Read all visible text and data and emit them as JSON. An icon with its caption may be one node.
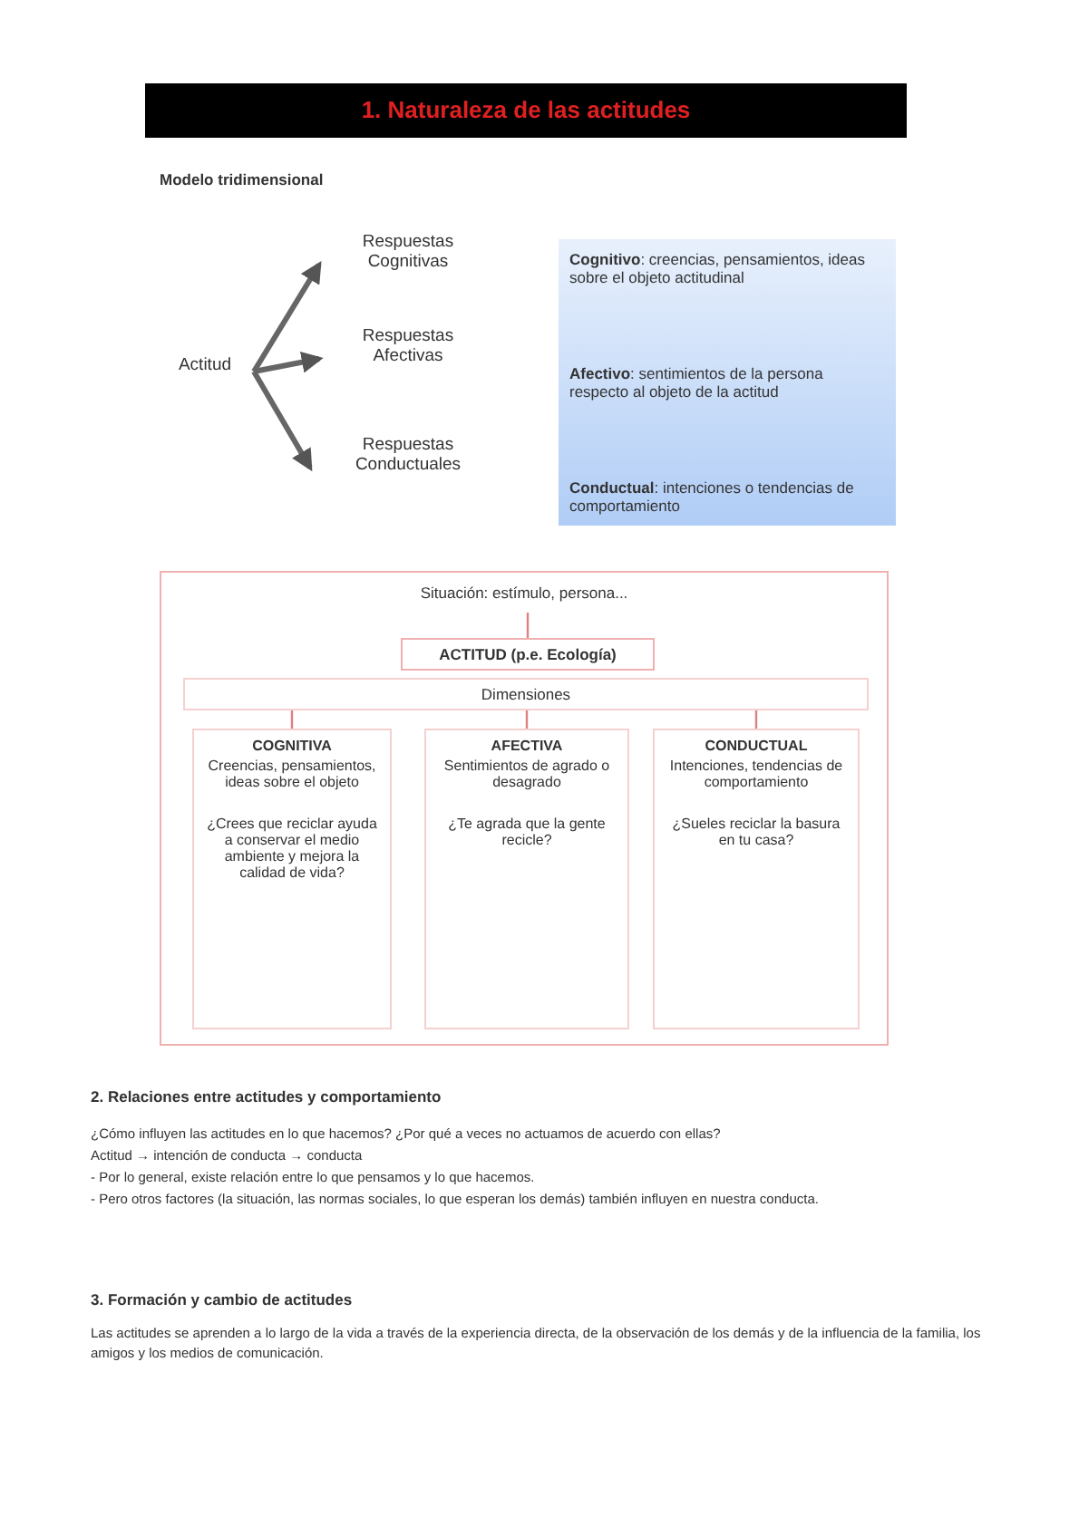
{
  "diagram": {
    "title": "1. Naturaleza de las actitudes",
    "nodes": [
      {
        "text": [
          "Actitud"
        ]
      },
      {
        "text": [
          "Respuestas Cognitivas"
        ]
      },
      {
        "text": [
          "Respuestas Afectivas"
        ]
      },
      {
        "text": [
          "Respuestas Conductuales"
        ]
      },
      {
        "text": [
          "**Cognitivo**: creencias, pensamientos, ideas sobre el objeto actitudinal",
          "**Afectivo**: sentimientos de la persona respecto al objeto de la actitud",
          "**Conductual**: intenciones o tendencias de comportamiento"
        ]
      },
      {
        "text": [],
        "shape": "box"
      },
      {
        "text": [
          "Situación: estímulo, persona..."
        ],
        "in": 5
      },
      {
        "text": [
          "ACTITUD (p.e. Ecología)"
        ],
        "in": 5
      },
      {
        "text": [
          "Dimensiones"
        ],
        "in": 5
      },
      {
        "text": [
          "COGNITIVA",
          "Creencias, pensamientos, ideas sobre el objeto",
          "¿Crees que reciclar ayuda a conservar el medio ambiente y mejora la calidad de vida?"
        ],
        "in": 5
      },
      {
        "text": [
          "AFECTIVA",
          "Sentimientos de agrado o desagrado",
          "¿Te agrada que la gente recicle?"
        ],
        "in": 5
      },
      {
        "text": [
          "CONDUCTUAL",
          "Intenciones, tendencias de comportamiento",
          "¿Sueles reciclar la basura en tu casa?"
        ],
        "in": 5
      }
    ],
    "edges": [
      {
        "from": 0,
        "to": 1,
        "arrow": "to",
        "style": "thick",
        "color": "#666666"
      },
      {
        "from": 0,
        "to": 2,
        "arrow": "to",
        "style": "thick",
        "color": "#666666"
      },
      {
        "from": 0,
        "to": 3,
        "arrow": "to",
        "style": "thick",
        "color": "#666666"
      },
      {
        "from": 6,
        "to": 7,
        "arrow": "none",
        "color": "#e08080"
      },
      {
        "from": 8,
        "to": 9,
        "arrow": "none",
        "color": "#e08080"
      },
      {
        "from": 8,
        "to": 10,
        "arrow": "none",
        "color": "#e08080"
      },
      {
        "from": 8,
        "to": 11,
        "arrow": "none",
        "color": "#e08080"
      }
    ],
    "labels": [
      "Modelo tridimensional",
      "2. Relaciones entre actitudes y comportamiento",
      "¿Cómo influyen las actitudes en lo que hacemos? ¿Por qué a veces no actuamos de acuerdo con ellas?",
      "Actitud → intención de conducta → conducta",
      "- Por lo general, existe relación entre lo que pensamos y lo que hacemos.",
      "- Pero otros factores (la situación, las normas sociales, lo que esperan los demás) también influyen en nuestra conducta.",
      "3. Formación y cambio de actitudes",
      "Las actitudes se aprenden a lo largo de la vida a través de la experiencia directa, de la observación de los demás y de la influencia de la familia, los amigos y los medios de comunicación."
    ]
  }
}
